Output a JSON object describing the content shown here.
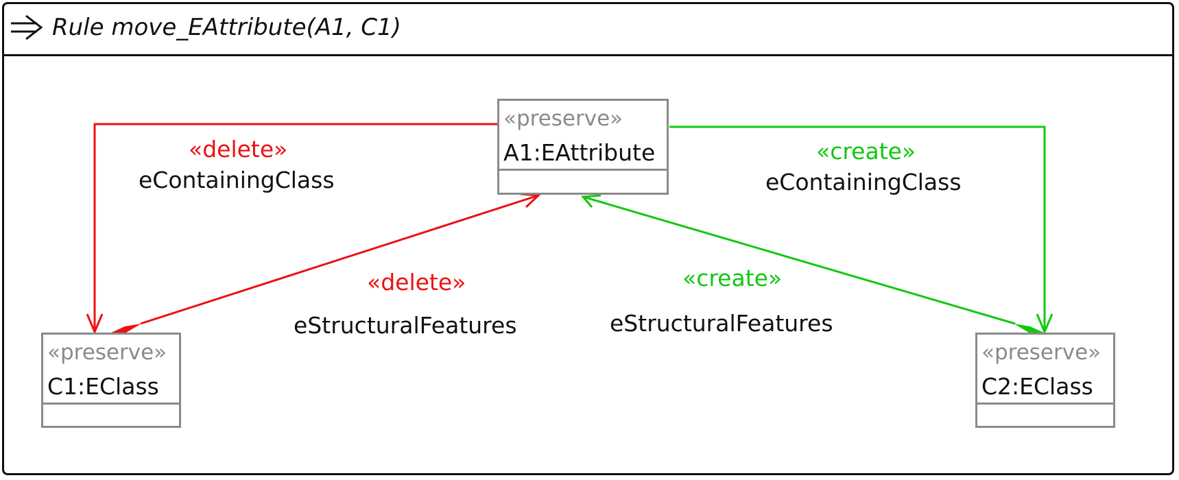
{
  "rule": {
    "title": "Rule move_EAttribute(A1, C1)",
    "icon": "rule-arrow-icon"
  },
  "colors": {
    "delete": "#ee1111",
    "create": "#11c811",
    "preserve": "#8a8a8a",
    "text": "#111111"
  },
  "nodes": {
    "a1": {
      "stereotype": "«preserve»",
      "name": "A1:EAttribute"
    },
    "c1": {
      "stereotype": "«preserve»",
      "name": "C1:EClass"
    },
    "c2": {
      "stereotype": "«preserve»",
      "name": "C2:EClass"
    }
  },
  "edges": {
    "delete_containing": {
      "stereotype": "«delete»",
      "name": "eContainingClass"
    },
    "delete_features": {
      "stereotype": "«delete»",
      "name": "eStructuralFeatures"
    },
    "create_containing": {
      "stereotype": "«create»",
      "name": "eContainingClass"
    },
    "create_features": {
      "stereotype": "«create»",
      "name": "eStructuralFeatures"
    }
  }
}
